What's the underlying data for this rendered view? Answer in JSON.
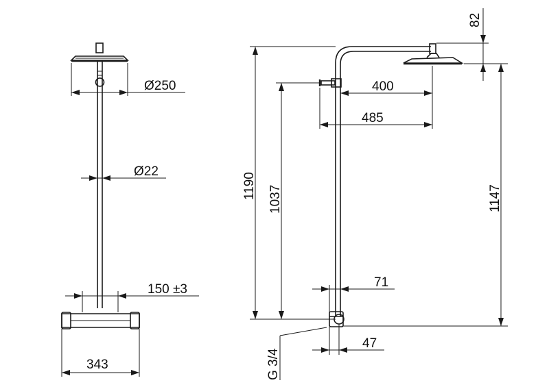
{
  "dimensions": {
    "head_diameter": "Ø250",
    "pipe_diameter": "Ø22",
    "centers": "150 ±3",
    "mixer_width": "343",
    "arm_reach": "400",
    "arm_total": "485",
    "total_height": "1190",
    "outlet_height": "1037",
    "head_height": "1147",
    "head_thickness": "82",
    "wall_offset": "71",
    "connection_offset": "47",
    "thread": "G 3/4"
  }
}
